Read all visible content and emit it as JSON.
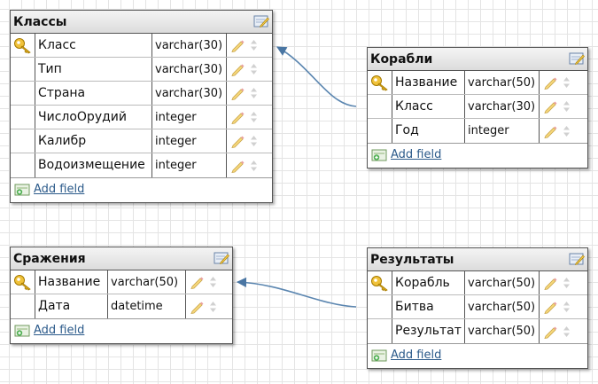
{
  "tables": {
    "klassy": {
      "title": "Классы",
      "fields": [
        {
          "name": "Класс",
          "type": "varchar(30)",
          "pk": true
        },
        {
          "name": "Тип",
          "type": "varchar(30)",
          "pk": false
        },
        {
          "name": "Страна",
          "type": "varchar(30)",
          "pk": false
        },
        {
          "name": "ЧислоОрудий",
          "type": "integer",
          "pk": false
        },
        {
          "name": "Калибр",
          "type": "integer",
          "pk": false
        },
        {
          "name": "Водоизмещение",
          "type": "integer",
          "pk": false
        }
      ],
      "add_field": "Add field"
    },
    "korabli": {
      "title": "Корабли",
      "fields": [
        {
          "name": "Название",
          "type": "varchar(50)",
          "pk": true
        },
        {
          "name": "Класс",
          "type": "varchar(30)",
          "pk": false
        },
        {
          "name": "Год",
          "type": "integer",
          "pk": false
        }
      ],
      "add_field": "Add field"
    },
    "srazheniya": {
      "title": "Сражения",
      "fields": [
        {
          "name": "Название",
          "type": "varchar(50)",
          "pk": true
        },
        {
          "name": "Дата",
          "type": "datetime",
          "pk": false
        }
      ],
      "add_field": "Add field"
    },
    "rezultaty": {
      "title": "Результаты",
      "fields": [
        {
          "name": "Корабль",
          "type": "varchar(50)",
          "pk": true
        },
        {
          "name": "Битва",
          "type": "varchar(50)",
          "pk": false
        },
        {
          "name": "Результат",
          "type": "varchar(50)",
          "pk": false
        }
      ],
      "add_field": "Add field"
    }
  },
  "colors": {
    "relation_line": "#5b86b0",
    "link": "#2b5a8a",
    "key_gold": "#e6b422"
  },
  "icons": {
    "primary_key": "key-icon",
    "edit_table": "edit-table-icon",
    "edit_field": "pencil-icon",
    "reorder": "sort-arrows-icon",
    "add_field": "add-field-icon"
  }
}
